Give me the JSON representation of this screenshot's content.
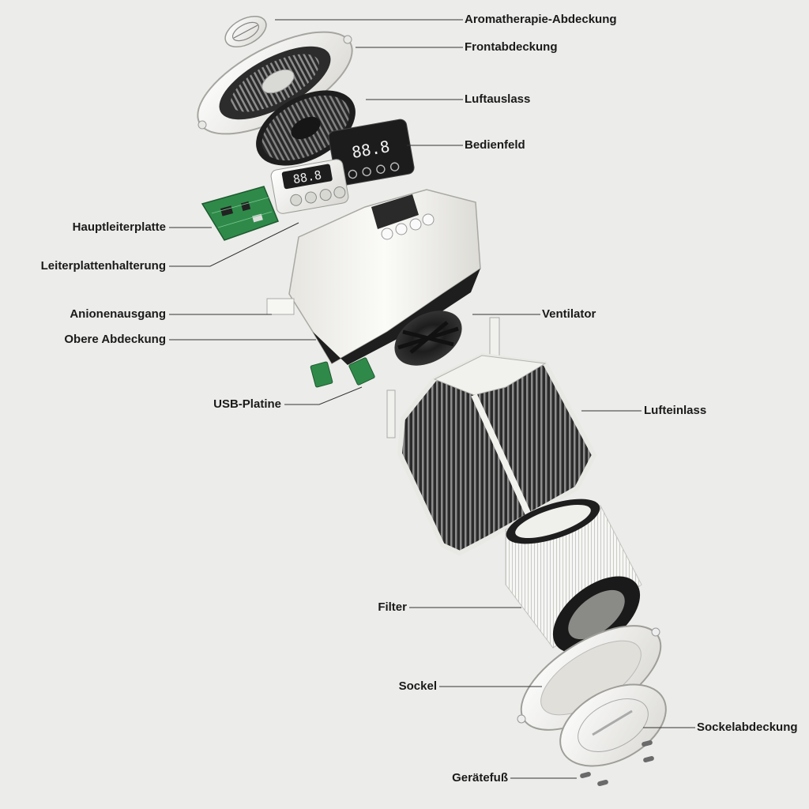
{
  "labels": {
    "aroma_cover": "Aromatherapie-Abdeckung",
    "front_cover": "Frontabdeckung",
    "air_outlet": "Luftauslass",
    "control_panel": "Bedienfeld",
    "main_pcb": "Hauptleiterplatte",
    "pcb_holder": "Leiterplattenhalterung",
    "anion_outlet": "Anionenausgang",
    "fan": "Ventilator",
    "upper_cover": "Obere Abdeckung",
    "usb_board": "USB-Platine",
    "air_inlet": "Lufteinlass",
    "filter": "Filter",
    "base": "Sockel",
    "base_cover": "Sockelabdeckung",
    "device_foot": "Gerätefuß"
  },
  "displays": {
    "panel_digits": "88.8",
    "holder_digits": "88.8"
  },
  "colors": {
    "background": "#ececea",
    "plastic_white": "#f4f3ef",
    "dark_grille": "#2a2a2a",
    "pcb_green": "#2f8a4a",
    "leader_line": "#333333"
  }
}
